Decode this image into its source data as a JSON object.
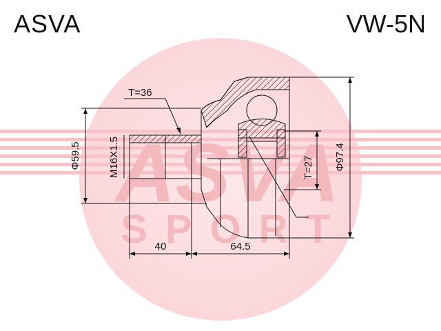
{
  "header": {
    "brand": "ASVA",
    "part_number": "VW-5N"
  },
  "watermark": {
    "logo_text": "ASVA",
    "sub_text": "SPORT",
    "color": "#f3b9bf"
  },
  "drawing": {
    "dims": {
      "tooth_count_outer": "T=36",
      "tooth_count_inner": "T=27",
      "shaft_diameter": "Φ59.5",
      "thread": "M16X1.5",
      "outer_diameter": "Φ97.4",
      "shaft_length": "40",
      "body_length": "64.5"
    },
    "line_color": "#111111"
  }
}
